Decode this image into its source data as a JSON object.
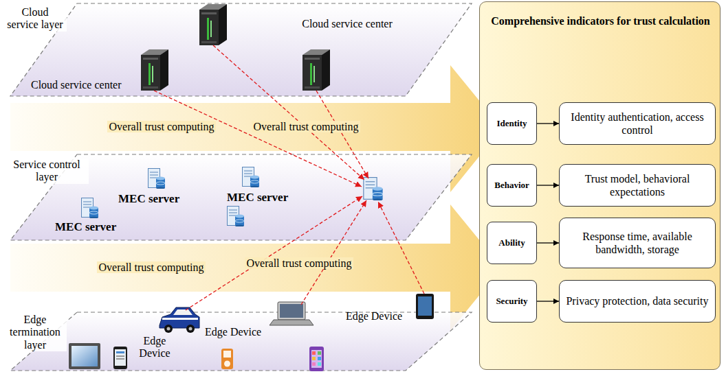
{
  "diagram": {
    "nodes": [
      {
        "text": [
          "Cloud service layer"
        ]
      },
      {
        "text": [
          "Overall trust computing",
          "Overall trust computing"
        ]
      },
      {
        "text": [
          "Service control layer"
        ]
      },
      {
        "text": [
          "Overall trust computing",
          "Overall trust computing"
        ]
      },
      {
        "text": [
          "Edge termination layer"
        ]
      },
      {
        "text": [
          "Comprehensive indicators for trust calculation"
        ]
      },
      {
        "text": [
          "Identity"
        ],
        "in": 5
      },
      {
        "text": [
          "Identity authentication, access control"
        ],
        "in": 5
      },
      {
        "text": [
          "Behavior"
        ],
        "in": 5
      },
      {
        "text": [
          "Trust model, behavioral expectations"
        ],
        "in": 5
      },
      {
        "text": [
          "Ability"
        ],
        "in": 5
      },
      {
        "text": [
          "Response time, available bandwidth, storage"
        ],
        "in": 5
      },
      {
        "text": [
          "Security"
        ],
        "in": 5
      },
      {
        "text": [
          "Privacy protection, data security"
        ],
        "in": 5
      }
    ],
    "edges": [
      {
        "from": 6,
        "to": 7,
        "arrow": "to"
      },
      {
        "from": 8,
        "to": 9,
        "arrow": "to"
      },
      {
        "from": 10,
        "to": 11,
        "arrow": "to"
      },
      {
        "from": 12,
        "to": 13,
        "arrow": "to"
      }
    ],
    "labels": [
      "Cloud service center",
      "Cloud service center",
      "MEC server",
      "MEC server",
      "MEC server",
      "Edge Device",
      "Edge Device",
      "Edge Device"
    ]
  }
}
